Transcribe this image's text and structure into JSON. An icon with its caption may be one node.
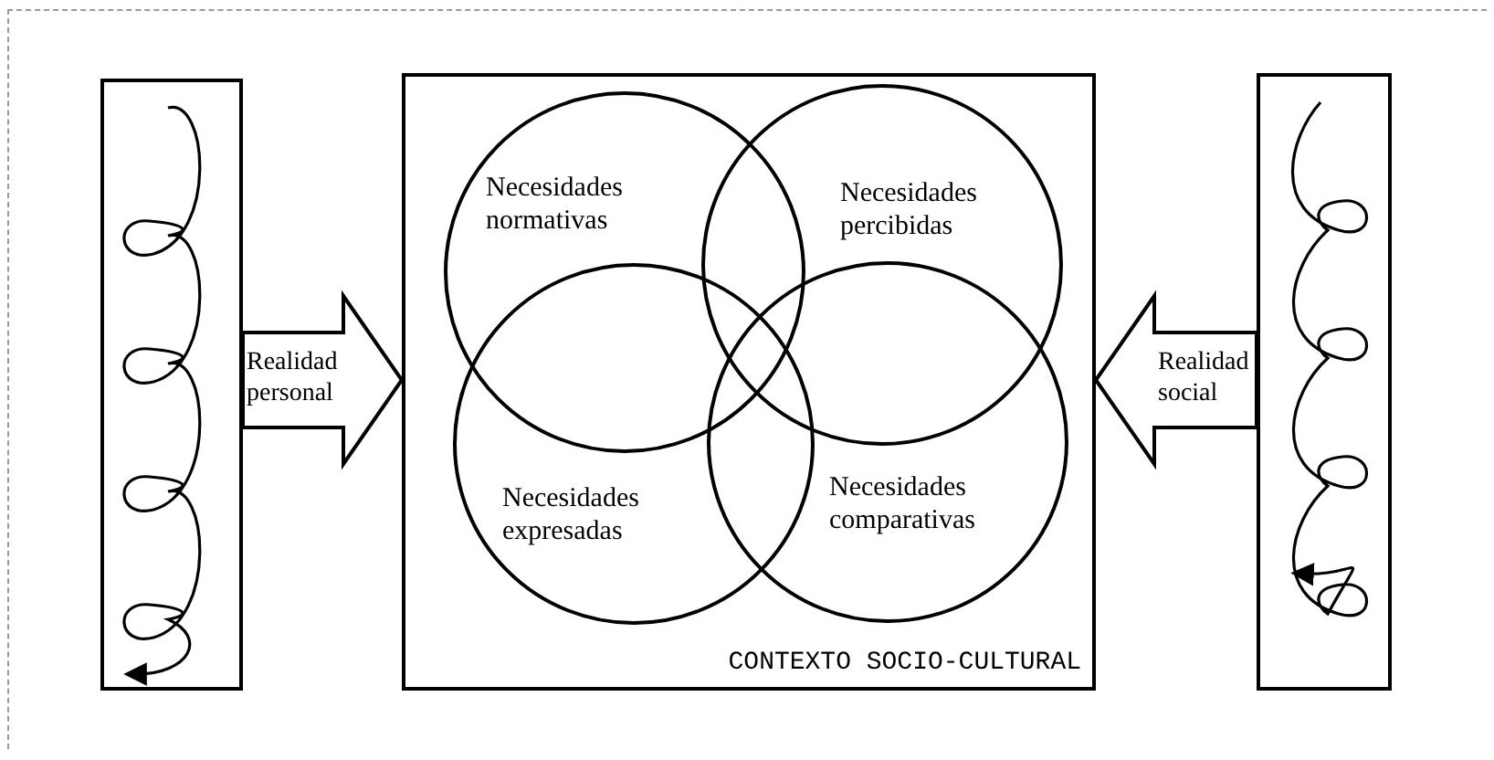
{
  "diagram": {
    "nodes": [
      {
        "text": [],
        "shape": "box"
      },
      {
        "text": [
          "CONTEXTO SOCIO-CULTURAL"
        ]
      },
      {
        "text": [
          "Necesidades normativas"
        ],
        "in": 1
      },
      {
        "text": [
          "Necesidades percibidas"
        ],
        "in": 1
      },
      {
        "text": [
          "Necesidades expresadas"
        ],
        "in": 1
      },
      {
        "text": [
          "Necesidades comparativas"
        ],
        "in": 1
      },
      {
        "text": [],
        "shape": "box"
      }
    ],
    "edges": [
      {
        "from": 0,
        "to": 1,
        "arrow": "to",
        "label": "Realidad personal",
        "style": "thick"
      },
      {
        "from": 6,
        "to": 1,
        "arrow": "to",
        "label": "Realidad social",
        "style": "thick"
      }
    ]
  }
}
